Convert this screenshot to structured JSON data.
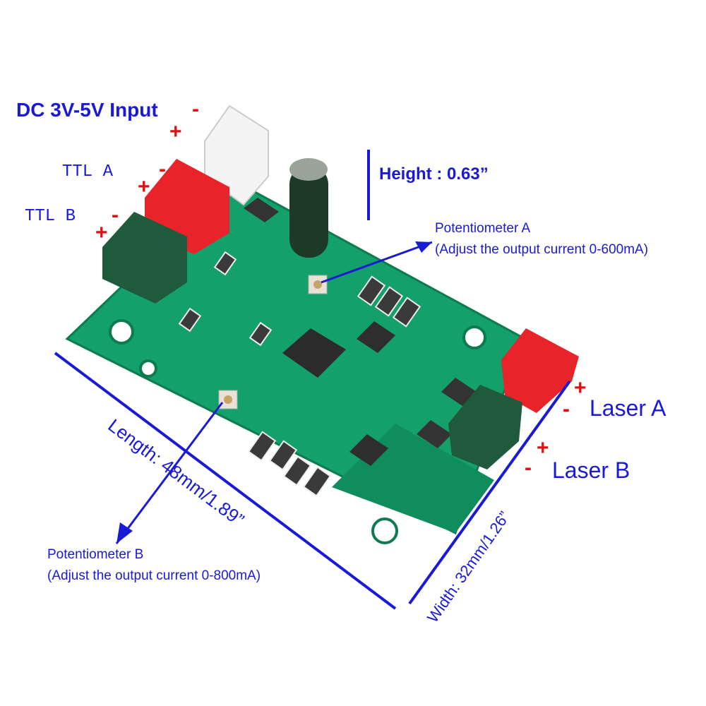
{
  "labels": {
    "input": "DC 3V-5V Input",
    "ttl_a": "TTL  A",
    "ttl_b": "TTL  B",
    "height": "Height : 0.63”",
    "pot_a_title": "Potentiometer A",
    "pot_a_desc": "(Adjust the output current 0-600mA)",
    "pot_b_title": "Potentiometer B",
    "pot_b_desc": "(Adjust the output current 0-800mA)",
    "length": "Length: 48mm/1.89”",
    "width": "Width: 32mm/1.26”",
    "laser_a": "Laser A",
    "laser_b": "Laser B"
  },
  "polarity": {
    "plus": "+",
    "minus": "-"
  },
  "colors": {
    "annotation": "#1a1ad6",
    "polarity": "#e01010",
    "pcb": "#13a06a",
    "connector_red": "#e8232a",
    "connector_green": "#1f5a3c"
  }
}
